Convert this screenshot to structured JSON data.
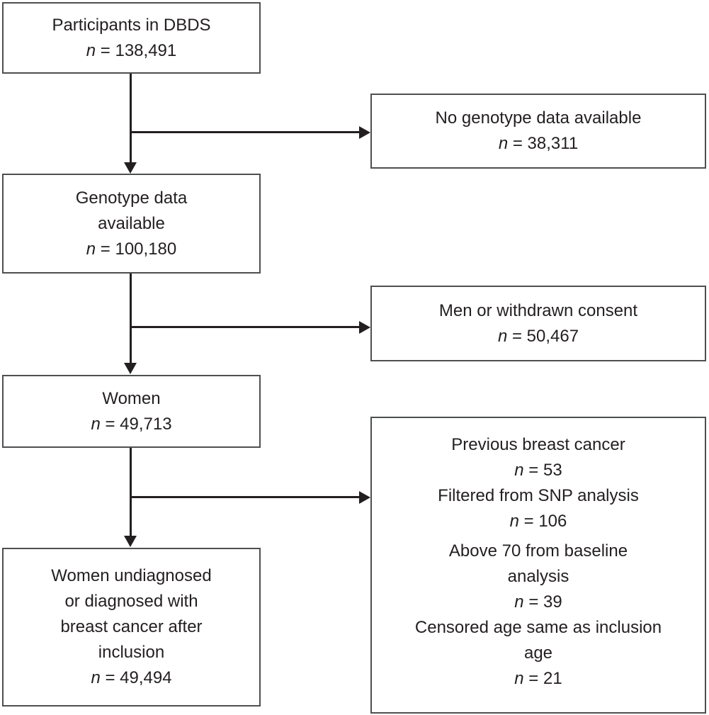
{
  "diagram": {
    "type": "participant-flowchart",
    "n_symbol": "n",
    "colors": {
      "background": "#ffffff",
      "text": "#231f20",
      "box_border": "#4e4f51",
      "arrow": "#231f20"
    },
    "boxes": {
      "participants": {
        "lines": [
          "Participants in DBDS"
        ],
        "count": " = 138,491"
      },
      "no_genotype": {
        "lines": [
          "No genotype data available"
        ],
        "count": " = 38,311"
      },
      "genotype_available": {
        "lines": [
          "Genotype data",
          "available"
        ],
        "count": " = 100,180"
      },
      "men_or_withdrawn": {
        "lines": [
          "Men or withdrawn consent"
        ],
        "count": " = 50,467"
      },
      "women": {
        "lines": [
          "Women"
        ],
        "count": " = 49,713"
      },
      "exclusions": {
        "items": [
          {
            "lines": [
              "Previous breast cancer"
            ],
            "count": " = 53"
          },
          {
            "lines": [
              "Filtered from SNP analysis"
            ],
            "count": " = 106"
          },
          {
            "lines": [
              "Above 70 from baseline",
              "analysis"
            ],
            "count": " = 39"
          },
          {
            "lines": [
              "Censored age same as inclusion",
              "age"
            ],
            "count": " = 21"
          }
        ]
      },
      "final_cohort": {
        "lines": [
          "Women undiagnosed",
          "or diagnosed with",
          "breast cancer after",
          "inclusion"
        ],
        "count": " = 49,494"
      }
    }
  }
}
